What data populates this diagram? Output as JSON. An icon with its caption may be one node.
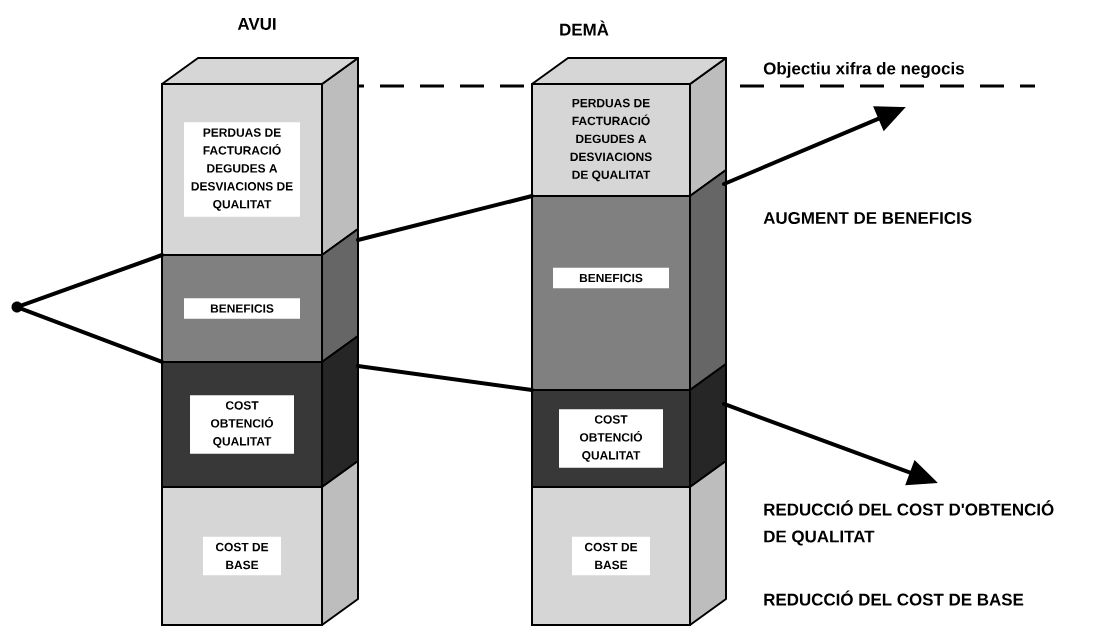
{
  "diagram": {
    "nodes": [
      {
        "text": [
          "PERDUAS DE FACTURACIÓ DEGUDES A DESVIACIONS DE QUALITAT"
        ]
      },
      {
        "text": [
          "BENEFICIS"
        ]
      },
      {
        "text": [
          "COST OBTENCIÓ QUALITAT"
        ]
      },
      {
        "text": [
          "COST DE BASE"
        ]
      },
      {
        "text": [
          "PERDUAS DE FACTURACIÓ DEGUDES A DESVIACIONS DE QUALITAT"
        ]
      },
      {
        "text": [
          "BENEFICIS"
        ]
      },
      {
        "text": [
          "COST OBTENCIÓ QUALITAT"
        ]
      },
      {
        "text": [
          "COST DE BASE"
        ]
      },
      {
        "text": [],
        "shape": "circle"
      }
    ],
    "edges": [
      {
        "from": 8,
        "to": null,
        "arrow": "to"
      },
      {
        "from": 8,
        "to": null,
        "arrow": "to"
      }
    ],
    "labels": [
      "AVUI",
      "DEMÀ",
      "Objectiu xifra de negocis",
      "AUGMENT DE BENEFICIS",
      "REDUCCIÓ DEL COST D'OBTENCIÓ DE QUALITAT",
      "REDUCCIÓ DEL COST DE BASE"
    ]
  }
}
